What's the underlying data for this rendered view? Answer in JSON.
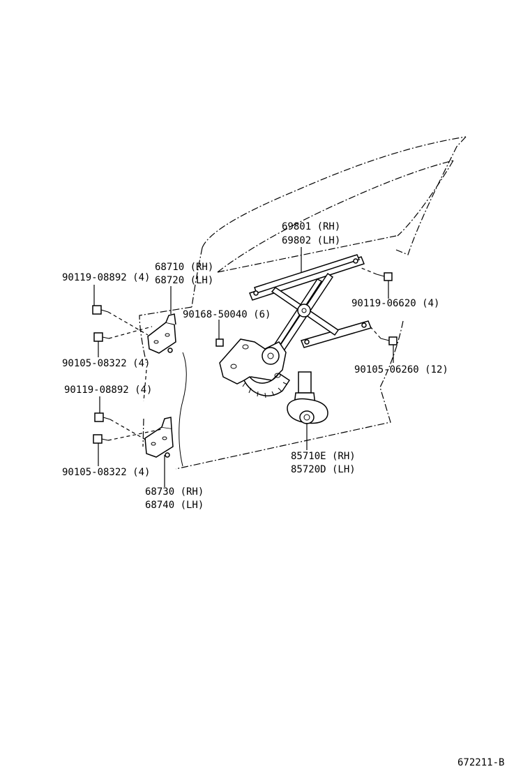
{
  "labels": {
    "regulator": [
      "69801 (RH)",
      "69802 (LH)"
    ],
    "upper_hinge": [
      "68710 (RH)",
      "68720 (LH)"
    ],
    "lower_hinge": [
      "68730 (RH)",
      "68740 (LH)"
    ],
    "motor": [
      "85710E (RH)",
      "85720D (LH)"
    ],
    "bolt_upper_hinge_top": "90119-08892 (4)",
    "bolt_upper_hinge_bottom": "90105-08322 (4)",
    "bolt_lower_hinge_top": "90119-08892 (4)",
    "bolt_lower_hinge_bottom": "90105-08322 (4)",
    "bolt_regulator": "90168-50040 (6)",
    "bolt_rail_top": "90119-06620 (4)",
    "bolt_rail_bottom": "90105-06260 (12)"
  },
  "figure_code": "672211-B"
}
